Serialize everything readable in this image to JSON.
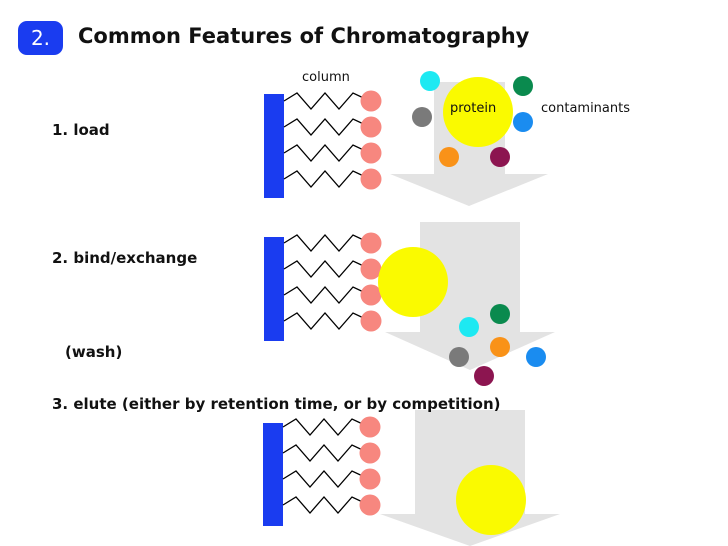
{
  "slide": {
    "number": "2.",
    "title": "Common Features of Chromatography"
  },
  "steps": {
    "load": "1. load",
    "bind": "2. bind/exchange",
    "wash": "(wash)",
    "elute": "3. elute (either by retention time, or by competition)"
  },
  "labels": {
    "column": "column",
    "protein": "protein",
    "contaminants": "contaminants"
  },
  "colors": {
    "badge": "#1a3cf0",
    "column_bar": "#1a3cf0",
    "ligand_bead": "#f7877f",
    "protein": "#fafa00",
    "arrow": "#e3e3e3",
    "contaminant_cyan": "#1de9f2",
    "contaminant_green": "#0a8a4e",
    "contaminant_gray": "#7a7a7a",
    "contaminant_blue": "#1a8cf0",
    "contaminant_orange": "#f99218",
    "contaminant_maroon": "#8c1550"
  }
}
